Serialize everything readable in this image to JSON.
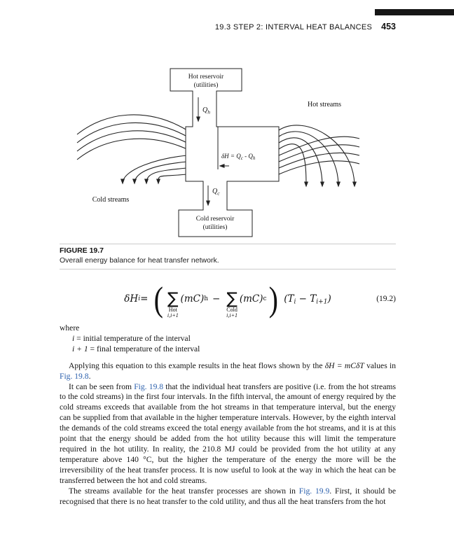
{
  "header": {
    "section": "19.3 STEP 2: INTERVAL HEAT BALANCES",
    "page_number": "453"
  },
  "figure": {
    "hot_reservoir_line1": "Hot reservoir",
    "hot_reservoir_line2": "(utilities)",
    "cold_reservoir_line1": "Cold reservoir",
    "cold_reservoir_line2": "(utilities)",
    "q_symbol": "Q",
    "q_hot_sub": "h",
    "q_cold_sub": "c",
    "delta_label_1": "δH = Q",
    "delta_label_sub1": "c",
    "delta_label_2": " - Q",
    "delta_label_sub2": "h",
    "hot_streams_label": "Hot streams",
    "cold_streams_label": "Cold streams"
  },
  "caption": {
    "tag": "FIGURE 19.7",
    "text": "Overall energy balance for heat transfer network."
  },
  "equation": {
    "lhs_main": "δH",
    "lhs_sub": "i",
    "equals": " = ",
    "sigma": "∑",
    "sum1_label": "Hot",
    "sum1_limits": "i,i+1",
    "term_mc": "(mC)",
    "term1_sub": "h",
    "minus": "−",
    "sum2_label": "Cold",
    "sum2_limits": "i,i+1",
    "term2_sub": "c",
    "tail_open": "(T",
    "tail_sub1": "i",
    "tail_mid": " − T",
    "tail_sub2": "i+1",
    "tail_close": ")",
    "number": "(19.2)"
  },
  "where_block": {
    "where": "where",
    "def1_var": "i",
    "def1_text": " = initial temperature of the interval",
    "def2_var": "i + 1",
    "def2_text": " = final temperature of the interval"
  },
  "paragraphs": {
    "p1": {
      "t1": "Applying this equation to this example results in the heat flows shown by the ",
      "math": "δH = mCδT",
      "t2": " values in ",
      "link": "Fig. 19.8",
      "t3": "."
    },
    "p2": {
      "t1": "It can be seen from ",
      "link": "Fig. 19.8",
      "t2": " that the individual heat transfers are positive (i.e. from the hot streams to the cold streams) in the first four intervals. In the fifth interval, the amount of energy required by the cold streams exceeds that available from the hot streams in that temperature interval, but the energy can be supplied from that available in the higher temperature intervals. However, by the eighth interval the demands of the cold streams exceed the total energy available from the hot streams, and it is at this point that the energy should be added from the hot utility because this will limit the temperature required in the hot utility. In reality, the 210.8 MJ could be provided from the hot utility at any temperature above 140 °C, but the higher the temperature of the energy the more will be the irreversibility of the heat transfer process. It is now useful to look at the way in which the heat can be transferred between the hot and cold streams."
    },
    "p3": {
      "t1": "The streams available for the heat transfer processes are shown in ",
      "link": "Fig. 19.9",
      "t2": ". First, it should be recognised that there is no heat transfer to the cold utility, and thus all the heat transfers from the hot"
    }
  }
}
